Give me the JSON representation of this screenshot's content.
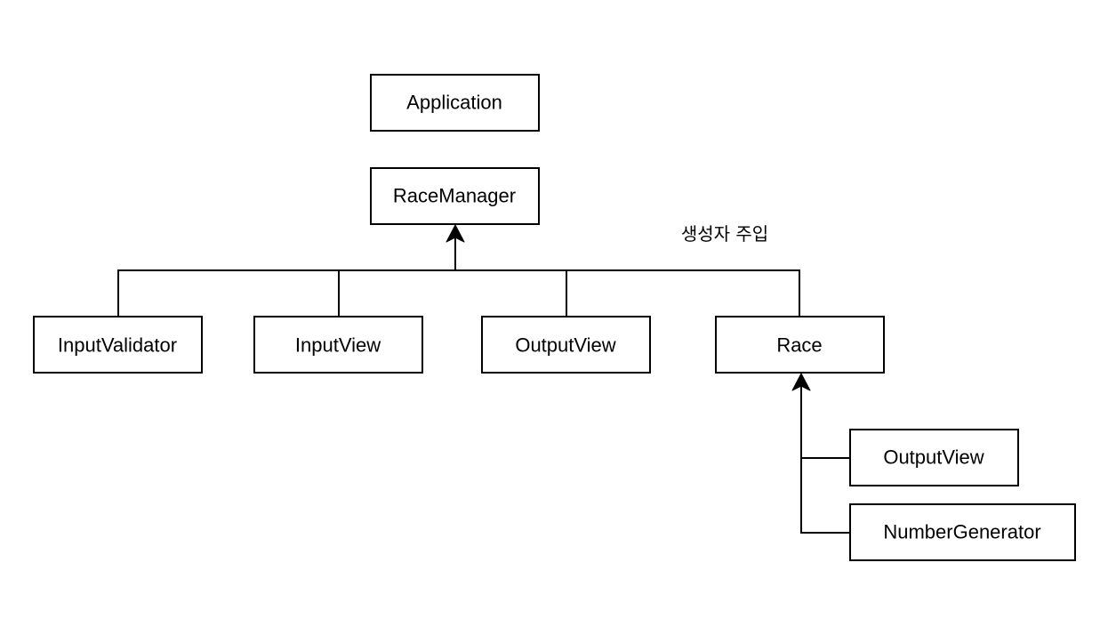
{
  "diagram": {
    "nodes": {
      "application": "Application",
      "race_manager": "RaceManager",
      "input_validator": "InputValidator",
      "input_view": "InputView",
      "output_view": "OutputView",
      "race": "Race",
      "race_output_view": "OutputView",
      "number_generator": "NumberGenerator"
    },
    "annotation": "생성자 주입",
    "edges": [
      {
        "from": "input_validator",
        "to": "race_manager"
      },
      {
        "from": "input_view",
        "to": "race_manager"
      },
      {
        "from": "output_view",
        "to": "race_manager"
      },
      {
        "from": "race",
        "to": "race_manager"
      },
      {
        "from": "race_output_view",
        "to": "race"
      },
      {
        "from": "number_generator",
        "to": "race"
      }
    ]
  }
}
